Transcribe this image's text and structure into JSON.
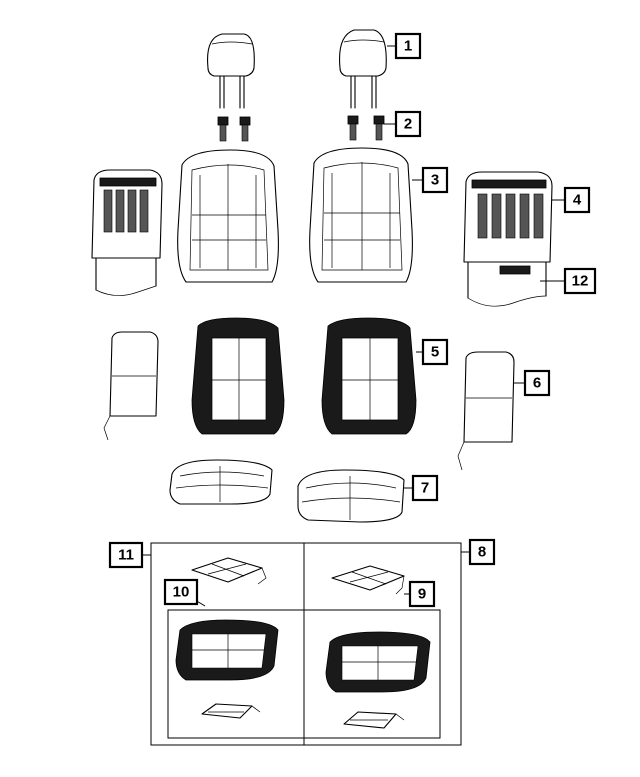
{
  "callouts": [
    {
      "id": "c1",
      "label": "1"
    },
    {
      "id": "c2",
      "label": "2"
    },
    {
      "id": "c3",
      "label": "3"
    },
    {
      "id": "c4",
      "label": "4"
    },
    {
      "id": "c12",
      "label": "12"
    },
    {
      "id": "c5",
      "label": "5"
    },
    {
      "id": "c6",
      "label": "6"
    },
    {
      "id": "c7",
      "label": "7"
    },
    {
      "id": "c11",
      "label": "11"
    },
    {
      "id": "c8",
      "label": "8"
    },
    {
      "id": "c10",
      "label": "10"
    },
    {
      "id": "c9",
      "label": "9"
    }
  ],
  "parts": [
    {
      "id": "headrest",
      "callout": "1"
    },
    {
      "id": "headrest-guide-sleeves",
      "callout": "2"
    },
    {
      "id": "seat-back-cover",
      "callout": "3"
    },
    {
      "id": "seat-back-frame",
      "callout": "4"
    },
    {
      "id": "seat-back-wiring",
      "callout": "12"
    },
    {
      "id": "seat-back-cushion-foam",
      "callout": "5"
    },
    {
      "id": "seat-back-heater-pad",
      "callout": "6"
    },
    {
      "id": "seat-cushion-cover",
      "callout": "7"
    },
    {
      "id": "cushion-heater-kit",
      "callout": "8"
    },
    {
      "id": "cushion-foam-kit",
      "callout": "11"
    },
    {
      "id": "cushion-heater-element-left",
      "callout": "10"
    },
    {
      "id": "cushion-heater-element-right",
      "callout": "9"
    }
  ],
  "colors": {
    "line": "#000000",
    "background": "#ffffff",
    "foam_shade": "#1a1a1a"
  }
}
